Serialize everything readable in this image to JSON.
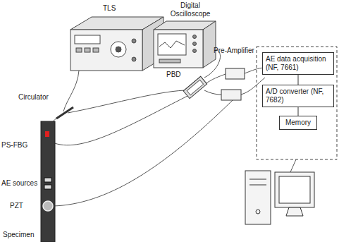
{
  "diagram": {
    "nodes": [
      {
        "text": [
          "AE data acquisition (NF, 7661)"
        ]
      },
      {
        "text": [
          "A/D converter (NF, 7682)"
        ]
      },
      {
        "text": [
          "Memory"
        ]
      }
    ],
    "edges": [
      {
        "from": 0,
        "to": 1,
        "arrow": "none"
      },
      {
        "from": 1,
        "to": 2,
        "arrow": "none"
      }
    ],
    "labels": [
      "TLS",
      "Digital Oscilloscope",
      "Circulator",
      "PBD",
      "Pre-Amplifier",
      "PS-FBG",
      "AE sources",
      "PZT",
      "Specimen"
    ]
  }
}
